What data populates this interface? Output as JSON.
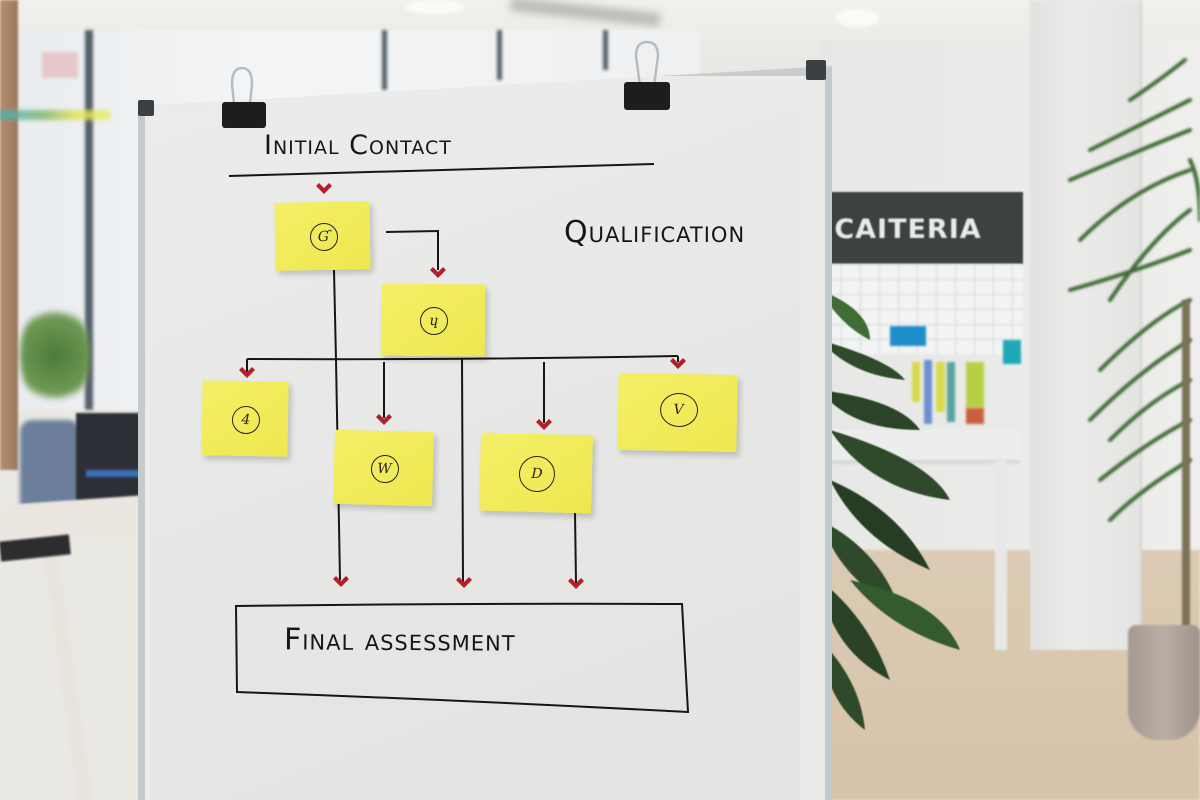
{
  "scene": {
    "type": "photo",
    "description": "Whiteboard with hand-drawn flowchart and yellow sticky notes in an office",
    "background_sign": "CAITERIA"
  },
  "diagram": {
    "header": "Initial Contact",
    "side_label": "Qualification",
    "footer_box": "Final assessment",
    "notes": [
      {
        "id": "n1",
        "mark": "Ɠ",
        "glyph_desc": "y-like scribble",
        "position": "top-left"
      },
      {
        "id": "n2",
        "mark": "ɥ",
        "glyph_desc": "4-like scribble",
        "position": "top-center"
      },
      {
        "id": "n3",
        "mark": "4",
        "glyph_desc": "4",
        "position": "middle-left"
      },
      {
        "id": "n4",
        "mark": "W",
        "glyph_desc": "W",
        "position": "middle-left-center"
      },
      {
        "id": "n5",
        "mark": "D",
        "glyph_desc": "D",
        "position": "middle-center"
      },
      {
        "id": "n6",
        "mark": "V",
        "glyph_desc": "V",
        "position": "middle-right"
      }
    ],
    "colors": {
      "note": "#efe952",
      "arrowhead": "#b3202c",
      "ink": "#161616",
      "board": "#ebebea",
      "frame": "#c3c8cb"
    },
    "connections": [
      {
        "from": "header",
        "to": "n1"
      },
      {
        "from": "n1-side",
        "to": "n2"
      },
      {
        "from": "bus",
        "to": "n3"
      },
      {
        "from": "bus",
        "to": "n4"
      },
      {
        "from": "bus",
        "to": "n5"
      },
      {
        "from": "bus",
        "to": "n6"
      },
      {
        "from": "n1",
        "to": "footer_box"
      },
      {
        "from": "n2",
        "to": "footer_box"
      },
      {
        "from": "n5",
        "to": "footer_box"
      }
    ]
  }
}
